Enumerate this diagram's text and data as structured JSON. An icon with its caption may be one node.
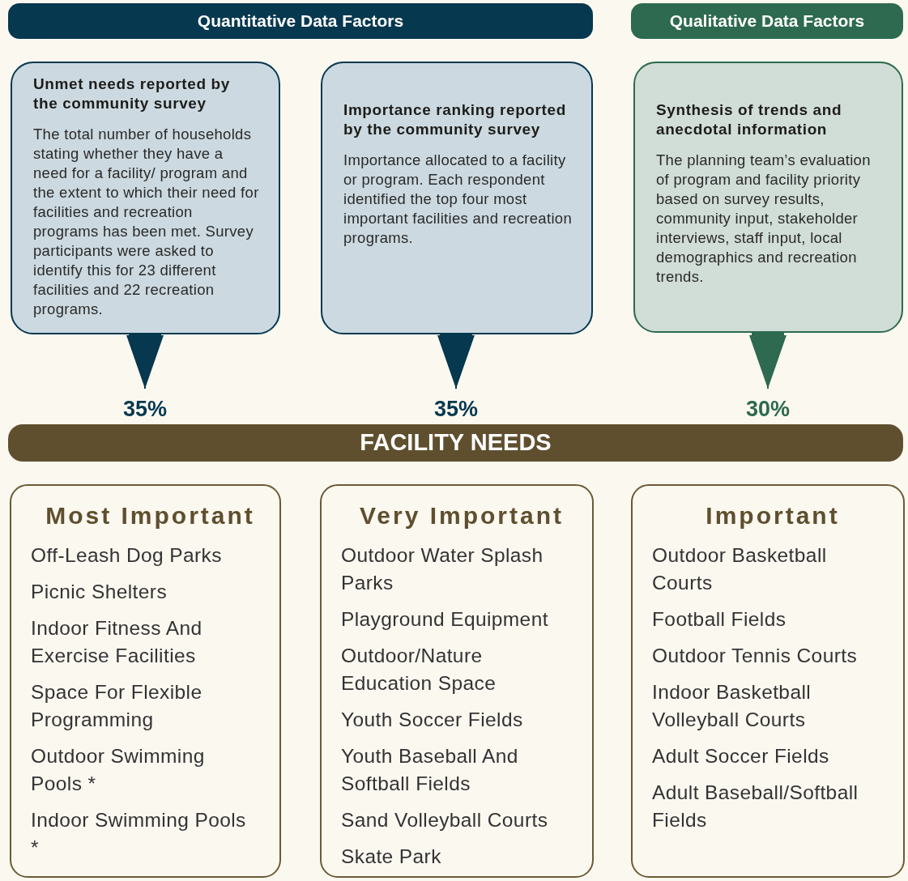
{
  "diagram": {
    "nodes": [
      {
        "text": [
          "Quantitative Data Factors"
        ]
      },
      {
        "text": [
          "Qualitative Data Factors"
        ]
      },
      {
        "text": [
          "Unmet needs reported by the community survey",
          "The total number of households stating whether they have a need for a facility/ program and the extent to which their need for facilities and recreation programs has been met. Survey participants were asked to identify this for 23 different facilities and 22 recreation programs."
        ]
      },
      {
        "text": [
          "Importance ranking reported by the community survey",
          "Importance allocated to a facility or program. Each respondent identified the top four most important facilities and recreation programs."
        ]
      },
      {
        "text": [
          "Synthesis of trends and anecdotal information",
          "The planning team’s evaluation of program and facility priority based on survey results, community input, stakeholder interviews, staff input, local demographics and recreation trends."
        ]
      },
      {
        "text": [
          "FACILITY NEEDS"
        ]
      },
      {
        "text": [
          "Most Important",
          "Off-Leash Dog Parks",
          "Picnic Shelters",
          "Indoor Fitness And Exercise Facilities",
          "Space For Flexible Programming",
          "Outdoor Swimming Pools *",
          "Indoor Swimming Pools *"
        ]
      },
      {
        "text": [
          "Very Important",
          "Outdoor Water Splash Parks",
          "Playground Equipment",
          "Outdoor/Nature Education Space",
          "Youth Soccer Fields",
          "Youth Baseball And Softball Fields",
          "Sand Volleyball Courts",
          "Skate Park"
        ]
      },
      {
        "text": [
          "Important",
          "Outdoor Basketball Courts",
          "Football Fields",
          "Outdoor Tennis Courts",
          "Indoor Basketball Volleyball Courts",
          "Adult Soccer Fields",
          "Adult Baseball/Softball Fields"
        ]
      },
      {
        "text": [
          "35%"
        ]
      },
      {
        "text": [
          "35%"
        ]
      },
      {
        "text": [
          "30%"
        ]
      }
    ],
    "edges": [
      {
        "from": 2,
        "to": 9,
        "arrow": "to"
      },
      {
        "from": 3,
        "to": 10,
        "arrow": "to"
      },
      {
        "from": 4,
        "to": 11,
        "arrow": "to",
        "color": "#2d6a4f"
      }
    ]
  }
}
